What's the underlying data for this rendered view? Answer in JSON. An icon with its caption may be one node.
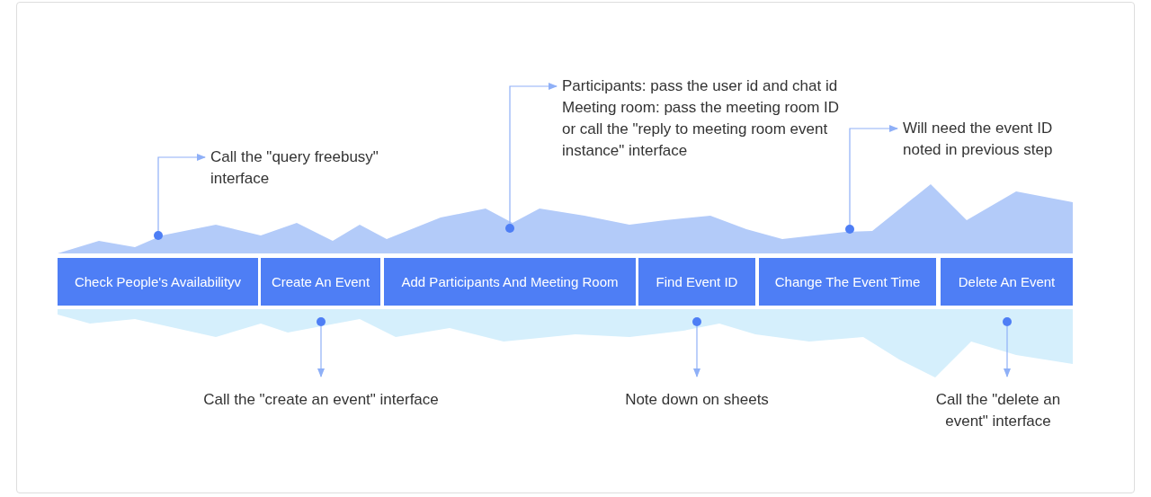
{
  "diagram": {
    "nodes": [
      {
        "text": [
          "Check People's Availabilityv"
        ]
      },
      {
        "text": [
          "Create An Event"
        ]
      },
      {
        "text": [
          "Add Participants And Meeting Room"
        ]
      },
      {
        "text": [
          "Find Event ID"
        ]
      },
      {
        "text": [
          "Change The Event Time"
        ]
      },
      {
        "text": [
          "Delete An Event"
        ]
      },
      {
        "text": [
          "Call the \"query freebusy\" interface"
        ]
      },
      {
        "text": [
          "Participants: pass the user id and chat id",
          "Meeting room: pass the meeting room ID or call the \"reply to meeting room event instance\" interface"
        ]
      },
      {
        "text": [
          "Will need the event ID noted in previous step"
        ]
      },
      {
        "text": [
          "Call the \"create an event\" interface"
        ]
      },
      {
        "text": [
          "Note down on sheets"
        ]
      },
      {
        "text": [
          "Call the \"delete an event\" interface"
        ]
      },
      {
        "text": [],
        "shape": "circle"
      },
      {
        "text": [],
        "shape": "circle"
      },
      {
        "text": [],
        "shape": "circle"
      },
      {
        "text": [],
        "shape": "circle"
      },
      {
        "text": [],
        "shape": "circle"
      },
      {
        "text": [],
        "shape": "circle"
      }
    ],
    "edges": [
      {
        "from": 12,
        "to": 6,
        "arrow": "to"
      },
      {
        "from": 13,
        "to": 9,
        "arrow": "to"
      },
      {
        "from": 14,
        "to": 7,
        "arrow": "to"
      },
      {
        "from": 15,
        "to": 10,
        "arrow": "to"
      },
      {
        "from": 16,
        "to": 8,
        "arrow": "to"
      },
      {
        "from": 17,
        "to": 11,
        "arrow": "to"
      }
    ]
  }
}
